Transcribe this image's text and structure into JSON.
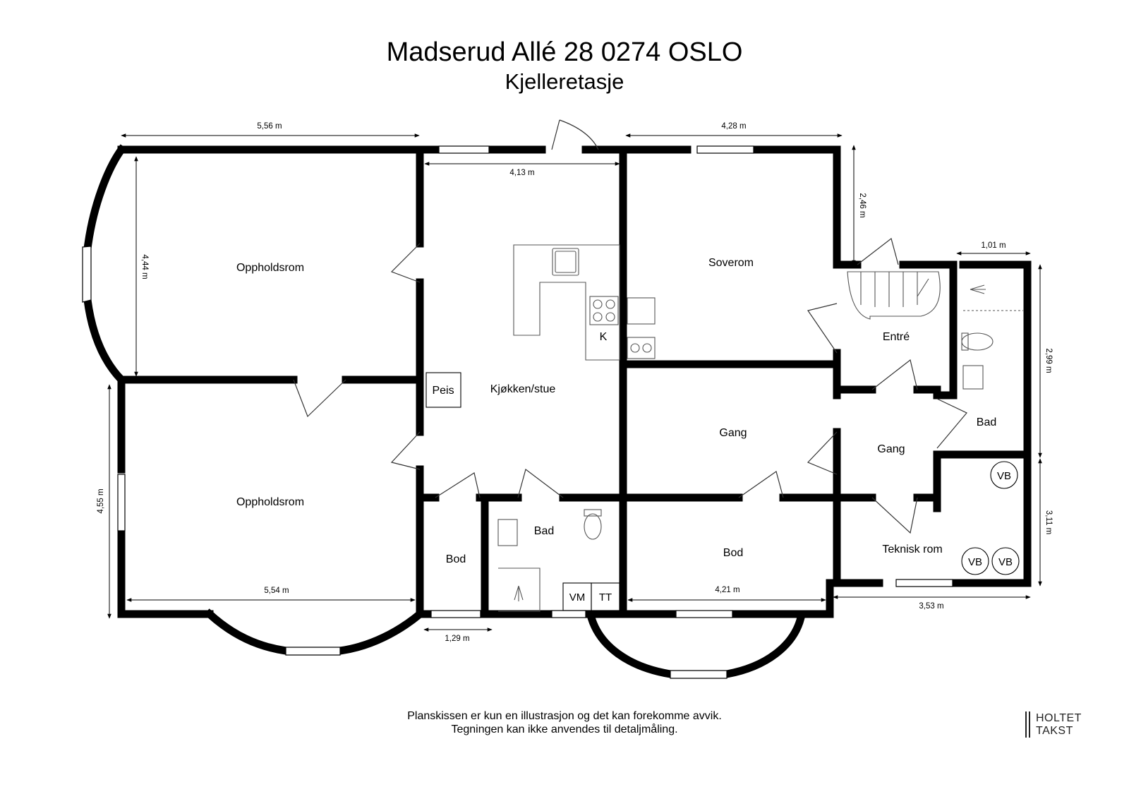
{
  "header": {
    "title": "Madserud Allé 28 0274 OSLO",
    "subtitle": "Kjelleretasje"
  },
  "rooms": {
    "oppholdsrom_upper": "Oppholdsrom",
    "oppholdsrom_lower": "Oppholdsrom",
    "kjokken_stue": "Kjøkken/stue",
    "peis": "Peis",
    "kitchen_k": "K",
    "soverom": "Soverom",
    "entre": "Entré",
    "gang_1": "Gang",
    "gang_2": "Gang",
    "bad_1": "Bad",
    "bad_2": "Bad",
    "bod_1": "Bod",
    "bod_2": "Bod",
    "teknisk_rom": "Teknisk rom"
  },
  "fixtures": {
    "vm": "VM",
    "tt": "TT",
    "vb_1": "VB",
    "vb_2": "VB",
    "vb_3": "VB"
  },
  "dimensions": {
    "top_left_width": "5,56 m",
    "kitchen_width": "4,13 m",
    "top_right_width": "4,28 m",
    "upper_left_height": "4,44 m",
    "soverom_height": "2,46 m",
    "bad_width": "1,01 m",
    "right_upper_height": "2,99 m",
    "right_lower_height": "3,11 m",
    "lower_left_height": "4,55 m",
    "bottom_left_width": "5,54 m",
    "bod_width": "1,29 m",
    "bottom_mid_width": "4,21 m",
    "bottom_right_width": "3,53 m"
  },
  "footer": {
    "disclaimer_line1": "Planskissen er kun en illustrasjon og det kan forekomme avvik.",
    "disclaimer_line2": "Tegningen kan ikke anvendes til detaljmåling.",
    "logo_line1": "HOLTET",
    "logo_line2": "TAKST"
  },
  "colors": {
    "wall": "#000000",
    "thin_line": "#555555",
    "background": "#ffffff"
  }
}
